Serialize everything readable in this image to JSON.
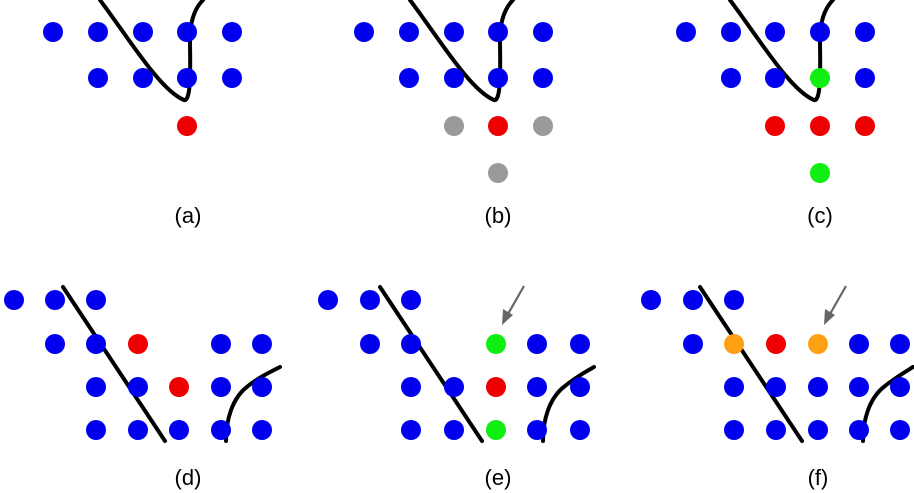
{
  "colors": {
    "blue": "#0000ee",
    "red": "#ee0000",
    "gray": "#9a9a9a",
    "green": "#11ee11",
    "orange": "#ff9f16",
    "curve": "#000000",
    "arrow": "#666666"
  },
  "panels": [
    {
      "id": "a",
      "label": "(a)",
      "dots": [
        {
          "c": "blue"
        },
        {
          "c": "blue"
        },
        {
          "c": "blue"
        },
        {
          "c": "blue"
        },
        {
          "c": "blue"
        },
        {
          "c": "blue"
        },
        {
          "c": "blue"
        },
        {
          "c": "blue"
        },
        {
          "c": "blue"
        },
        {
          "c": "red"
        }
      ]
    },
    {
      "id": "b",
      "label": "(b)",
      "dots": [
        {
          "c": "blue"
        },
        {
          "c": "blue"
        },
        {
          "c": "blue"
        },
        {
          "c": "blue"
        },
        {
          "c": "blue"
        },
        {
          "c": "blue"
        },
        {
          "c": "blue"
        },
        {
          "c": "blue"
        },
        {
          "c": "blue"
        },
        {
          "c": "gray"
        },
        {
          "c": "red"
        },
        {
          "c": "gray"
        },
        {
          "c": "gray"
        }
      ]
    },
    {
      "id": "c",
      "label": "(c)",
      "dots": [
        {
          "c": "blue"
        },
        {
          "c": "blue"
        },
        {
          "c": "blue"
        },
        {
          "c": "blue"
        },
        {
          "c": "blue"
        },
        {
          "c": "blue"
        },
        {
          "c": "blue"
        },
        {
          "c": "green"
        },
        {
          "c": "blue"
        },
        {
          "c": "red"
        },
        {
          "c": "red"
        },
        {
          "c": "red"
        },
        {
          "c": "green"
        }
      ]
    },
    {
      "id": "d",
      "label": "(d)",
      "dots": [
        {
          "c": "blue"
        },
        {
          "c": "blue"
        },
        {
          "c": "blue"
        },
        {
          "c": "blue"
        },
        {
          "c": "blue"
        },
        {
          "c": "red"
        },
        {
          "c": "blue"
        },
        {
          "c": "blue"
        },
        {
          "c": "blue"
        },
        {
          "c": "blue"
        },
        {
          "c": "red"
        },
        {
          "c": "blue"
        },
        {
          "c": "blue"
        },
        {
          "c": "blue"
        },
        {
          "c": "blue"
        },
        {
          "c": "blue"
        },
        {
          "c": "blue"
        },
        {
          "c": "blue"
        }
      ]
    },
    {
      "id": "e",
      "label": "(e)",
      "dots": [
        {
          "c": "blue"
        },
        {
          "c": "blue"
        },
        {
          "c": "blue"
        },
        {
          "c": "blue"
        },
        {
          "c": "blue"
        },
        {
          "c": "green"
        },
        {
          "c": "blue"
        },
        {
          "c": "blue"
        },
        {
          "c": "blue"
        },
        {
          "c": "blue"
        },
        {
          "c": "red"
        },
        {
          "c": "blue"
        },
        {
          "c": "blue"
        },
        {
          "c": "blue"
        },
        {
          "c": "blue"
        },
        {
          "c": "green"
        },
        {
          "c": "blue"
        },
        {
          "c": "blue"
        }
      ]
    },
    {
      "id": "f",
      "label": "(f)",
      "dots": [
        {
          "c": "blue"
        },
        {
          "c": "blue"
        },
        {
          "c": "blue"
        },
        {
          "c": "blue"
        },
        {
          "c": "orange"
        },
        {
          "c": "red"
        },
        {
          "c": "orange"
        },
        {
          "c": "blue"
        },
        {
          "c": "blue"
        },
        {
          "c": "blue"
        },
        {
          "c": "blue"
        },
        {
          "c": "blue"
        },
        {
          "c": "blue"
        },
        {
          "c": "blue"
        },
        {
          "c": "blue"
        },
        {
          "c": "blue"
        },
        {
          "c": "blue"
        },
        {
          "c": "blue"
        },
        {
          "c": "blue"
        }
      ]
    }
  ]
}
